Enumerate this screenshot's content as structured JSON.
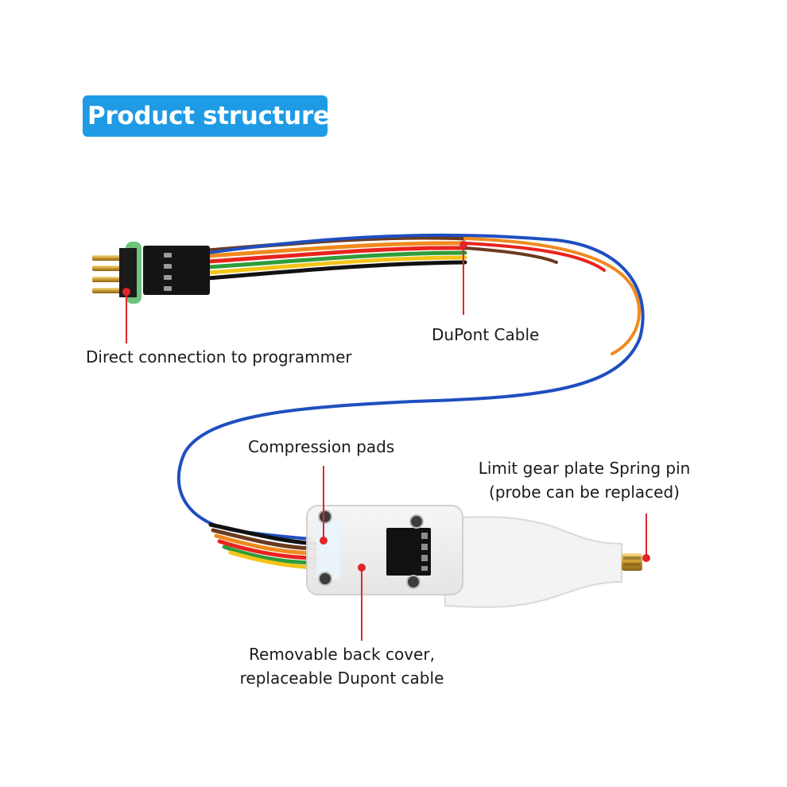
{
  "banner": {
    "title": "Product structure"
  },
  "labels": {
    "programmer": "Direct connection to programmer",
    "dupont": "DuPont Cable",
    "pads": "Compression pads",
    "spring_line1": "Limit gear plate Spring pin",
    "spring_line2": "(probe can be replaced)",
    "cover_line1": "Removable back cover,",
    "cover_line2": "replaceable Dupont cable"
  },
  "colors": {
    "banner": "#1e9be4",
    "callout": "#e0262b",
    "wire_colors": [
      "#1f4fbf",
      "#f08a1e",
      "#e8241d",
      "#2e9d3a",
      "#f3c419",
      "#6b3b1f",
      "#111111"
    ]
  }
}
